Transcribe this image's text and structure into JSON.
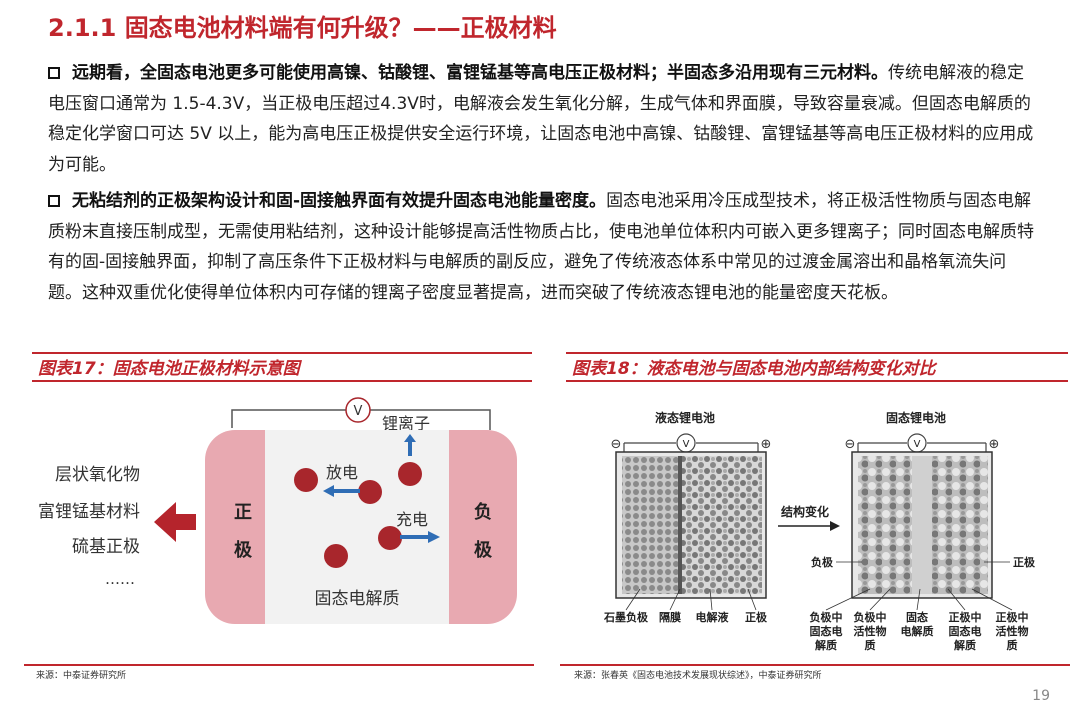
{
  "title": "2.1.1 固态电池材料端有何升级？——正极材料",
  "para1": {
    "bold": "远期看，全固态电池更多可能使用高镍、钴酸锂、富锂锰基等高电压正极材料；半固态多沿用现有三元材料。",
    "text": "传统电解液的稳定电压窗口通常为 1.5-4.3V，当正极电压超过4.3V时，电解液会发生氧化分解，生成气体和界面膜，导致容量衰减。但固态电解质的稳定化学窗口可达 5V 以上，能为高电压正极提供安全运行环境，让固态电池中高镍、钴酸锂、富锂锰基等高电压正极材料的应用成为可能。"
  },
  "para2": {
    "bold": "无粘结剂的正极架构设计和固-固接触界面有效提升固态电池能量密度。",
    "text": "固态电池采用冷压成型技术，将正极活性物质与固态电解质粉末直接压制成型，无需使用粘结剂，这种设计能够提高活性物质占比，使电池单位体积内可嵌入更多锂离子；同时固态电解质特有的固-固接触界面，抑制了高压条件下正极材料与电解质的副反应，避免了传统液态体系中常见的过渡金属溶出和晶格氧流失问题。这种双重优化使得单位体积内可存储的锂离子密度显著提高，进而突破了传统液态锂电池的能量密度天花板。"
  },
  "fig17": {
    "title": "图表17：固态电池正极材料示意图",
    "voltmeter": "V",
    "li_ion": "锂离子",
    "discharge": "放电",
    "charge": "充电",
    "cathode": [
      "正",
      "极"
    ],
    "anode": [
      "负",
      "极"
    ],
    "electrolyte": "固态电解质",
    "materials": [
      "层状氧化物",
      "富锂锰基材料",
      "硫基正极",
      "……"
    ],
    "source": "来源：中泰证券研究所",
    "colors": {
      "electrode": "#e8a9b1",
      "particle": "#a8262c",
      "arrow_blue": "#2f6db5",
      "arrow_red": "#b5242c"
    }
  },
  "fig18": {
    "title": "图表18：液态电池与固态电池内部结构变化对比",
    "liquid_title": "液态锂电池",
    "solid_title": "固态锂电池",
    "minus": "⊖",
    "plus": "⊕",
    "volt": "V",
    "change": "结构变化",
    "liquid_labels": [
      "石墨负极",
      "隔膜",
      "电解液",
      "正极"
    ],
    "neg_label": "负极",
    "pos_label": "正极",
    "solid_labels": [
      [
        "负极中",
        "固态电",
        "解质"
      ],
      [
        "负极中",
        "活性物",
        "质"
      ],
      [
        "固态",
        "电解质"
      ],
      [
        "正极中",
        "固态电",
        "解质"
      ],
      [
        "正极中",
        "活性物",
        "质"
      ]
    ],
    "source": "来源：张春英《固态电池技术发展现状综述》，中泰证券研究所"
  },
  "page_number": "19"
}
